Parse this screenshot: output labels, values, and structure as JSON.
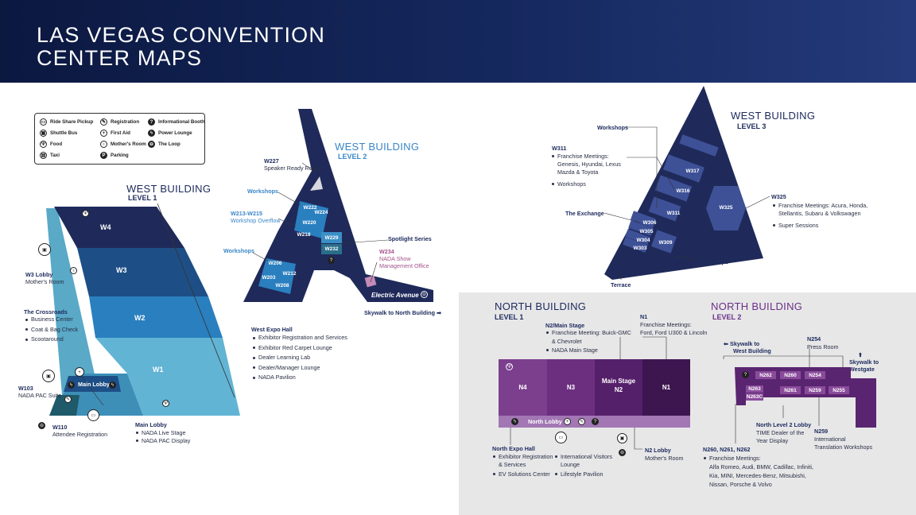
{
  "header": {
    "title_line1": "LAS VEGAS CONVENTION",
    "title_line2": "CENTER MAPS"
  },
  "legend": [
    {
      "label": "Ride Share Pickup",
      "icon": "car-icon"
    },
    {
      "label": "Registration",
      "icon": "registration-icon"
    },
    {
      "label": "Informational Booth",
      "icon": "question-icon"
    },
    {
      "label": "Shuttle Bus",
      "icon": "bus-icon"
    },
    {
      "label": "First Aid",
      "icon": "first-aid-icon"
    },
    {
      "label": "Power Lounge",
      "icon": "power-icon"
    },
    {
      "label": "Food",
      "icon": "food-icon"
    },
    {
      "label": "Mother's Room",
      "icon": "mothers-room-icon"
    },
    {
      "label": "The Loop",
      "icon": "loop-icon"
    },
    {
      "label": "Taxi",
      "icon": "taxi-icon"
    },
    {
      "label": "Parking",
      "icon": "parking-icon"
    }
  ],
  "west1": {
    "title": "WEST BUILDING",
    "level": "LEVEL 1",
    "halls": [
      "W4",
      "W3",
      "W2",
      "W1"
    ],
    "main_lobby": "Main Lobby",
    "w3_lobby": {
      "title": "W3 Lobby",
      "sub": "Mother's Room"
    },
    "crossroads": {
      "title": "The Crossroads",
      "items": [
        "Business Center",
        "Coat & Bag Check",
        "Scootaround"
      ]
    },
    "w103": {
      "title": "W103",
      "sub": "NADA PAC Suite"
    },
    "w110": {
      "title": "W110",
      "sub": "Attendee Registration"
    },
    "main_lobby_callout": {
      "title": "Main Lobby",
      "items": [
        "NADA Live Stage",
        "NADA PAC Display"
      ]
    },
    "west_expo": {
      "title": "West Expo Hall",
      "items": [
        "Exhibitor Registration and Services",
        "Exhibitor Red Carpet Lounge",
        "Dealer Learning Lab",
        "Dealer/Manager Lounge",
        "NADA Pavilion"
      ]
    }
  },
  "west2": {
    "title": "WEST BUILDING",
    "level": "LEVEL 2",
    "w227": {
      "title": "W227",
      "sub": "Speaker Ready Room"
    },
    "workshops_top": "Workshops",
    "w213": {
      "title": "W213-W215",
      "sub": "Workshop Overflow"
    },
    "workshops_bottom": "Workshops",
    "spotlight": "Spotlight Series",
    "w234": {
      "title": "W234",
      "sub1": "NADA Show",
      "sub2": "Management Office"
    },
    "electric_avenue": "Electric Avenue",
    "skywalk": "Skywalk to North Building",
    "rooms": [
      "W222",
      "W224",
      "W220",
      "W218",
      "W229",
      "W232",
      "W206",
      "W212",
      "W203",
      "W208"
    ]
  },
  "west3": {
    "title": "WEST BUILDING",
    "level": "LEVEL 3",
    "workshops_top": "Workshops",
    "w311": {
      "title": "W311",
      "items": [
        "Franchise Meetings:",
        "Workshops"
      ],
      "franchise_brands1": "Genesis, Hyundai, Lexus",
      "franchise_brands2": "Mazda & Toyota"
    },
    "exchange": "The Exchange",
    "terrace": "Terrace",
    "workshops_bottom": "Workshops",
    "w325": {
      "title": "W325",
      "line1": "Franchise Meetings: Acura, Honda,",
      "line2": "Stellantis, Subaru & Volkswagen",
      "line3": "Super Sessions"
    },
    "rooms": [
      "W317",
      "W316",
      "W311",
      "W325",
      "W306",
      "W305",
      "W304",
      "W303",
      "W309"
    ]
  },
  "north1": {
    "title": "NORTH BUILDING",
    "level": "LEVEL 1",
    "n2stage": {
      "title": "N2/Main Stage",
      "items": [
        "Franchise Meeting: Buick-GMC",
        "NADA Main Stage"
      ],
      "cont": "& Chevrolet"
    },
    "n1": {
      "title": "N1",
      "line1": "Franchise Meetings:",
      "line2": "Ford, Ford U300 & Lincoln"
    },
    "halls": [
      "N4",
      "N3",
      "Main Stage",
      "N2",
      "N1"
    ],
    "north_lobby": "North Lobby",
    "expo": {
      "title": "North Expo Hall",
      "items": [
        "Exhibitor Registration",
        "EV Solutions Center"
      ],
      "cont": "& Services"
    },
    "intl": {
      "items": [
        "International Visitors",
        "Lifestyle Pavilion"
      ],
      "cont": "Lounge"
    },
    "n2lobby": {
      "title": "N2 Lobby",
      "sub": "Mother's Room"
    }
  },
  "north2": {
    "title": "NORTH BUILDING",
    "level": "LEVEL 2",
    "skywalk_west": {
      "line1": "Skywalk to",
      "line2": "West Building"
    },
    "n254": {
      "title": "N254",
      "sub": "Press Room"
    },
    "skywalk_westgate": {
      "line1": "Skywalk to",
      "line2": "Westgate"
    },
    "rooms": [
      "N262",
      "N260",
      "N254",
      "N263",
      "N263C",
      "N261",
      "N259",
      "N255"
    ],
    "lobby": {
      "title": "North Level 2 Lobby",
      "line1": "TIME Dealer of the",
      "line2": "Year Display"
    },
    "n259": {
      "title": "N259",
      "line1": "International",
      "line2": "Translation Workshops"
    },
    "n260": {
      "title": "N260, N261, N262",
      "item": "Franchise Meetings:",
      "l1": "Alfa Romeo, Audi, BMW, Cadillac, Infiniti,",
      "l2": "Kia, MINI, Mercedes-Benz, Mitsubishi,",
      "l3": "Nissan, Porsche & Volvo"
    }
  },
  "colors": {
    "navy": "#1f2a5a",
    "dark_blue": "#1d4f86",
    "mid_blue": "#2a7fbf",
    "light_blue": "#62b4d4",
    "purple_dark": "#4f1f64",
    "purple": "#8a4b9b"
  }
}
